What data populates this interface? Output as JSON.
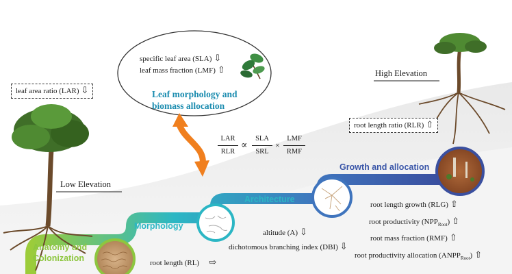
{
  "leaf_box": {
    "title_line1": "Leaf morphology and",
    "title_line2": "biomass allocation",
    "items": [
      {
        "label": "specific leaf area (SLA)",
        "trend": "down"
      },
      {
        "label": "leaf mass fraction (LMF)",
        "trend": "up"
      }
    ]
  },
  "low_elevation": {
    "label": "Low Elevation",
    "box_label": "leaf area ratio (LAR)",
    "box_trend": "down"
  },
  "high_elevation": {
    "label": "High Elevation",
    "box_label": "root length ratio (RLR)",
    "box_trend": "up"
  },
  "equation": {
    "lhs_num": "LAR",
    "lhs_den": "RLR",
    "propto": "∝",
    "mid_num": "SLA",
    "mid_den": "SRL",
    "times": "×",
    "rhs_num": "LMF",
    "rhs_den": "RMF"
  },
  "stages": {
    "anatomy_line1": "Anatomy and",
    "anatomy_line2": "Colonization",
    "morphology": "Morphology",
    "architecture": "Architecture",
    "growth": "Growth and allocation"
  },
  "traits": {
    "root_length": {
      "label": "root length (RL)",
      "trend": "right"
    },
    "altitude": {
      "label": "altitude (A)",
      "trend": "down"
    },
    "dbi": {
      "label": "dichotomous branching index (DBI)",
      "trend": "down"
    },
    "rlg": {
      "label": "root length growth (RLG)",
      "trend": "up"
    },
    "npp": {
      "label": "root productivity (NPP",
      "sub": "Root",
      "suffix": ")",
      "trend": "up"
    },
    "rmf": {
      "label": "root mass fraction (RMF)",
      "trend": "up"
    },
    "anpp": {
      "label": "root productivity allocation (ANPP",
      "sub": "Root",
      "suffix": ")",
      "trend": "up"
    }
  },
  "glyphs": {
    "up": "⇧",
    "down": "⇩",
    "right": "⇨"
  },
  "colors": {
    "stage_green": "#8dc63f",
    "stage_teal": "#2bb6c4",
    "stage_blue": "#3a56a8",
    "orange_arrow": "#f07f1e",
    "leaf_title": "#1d8db0"
  }
}
